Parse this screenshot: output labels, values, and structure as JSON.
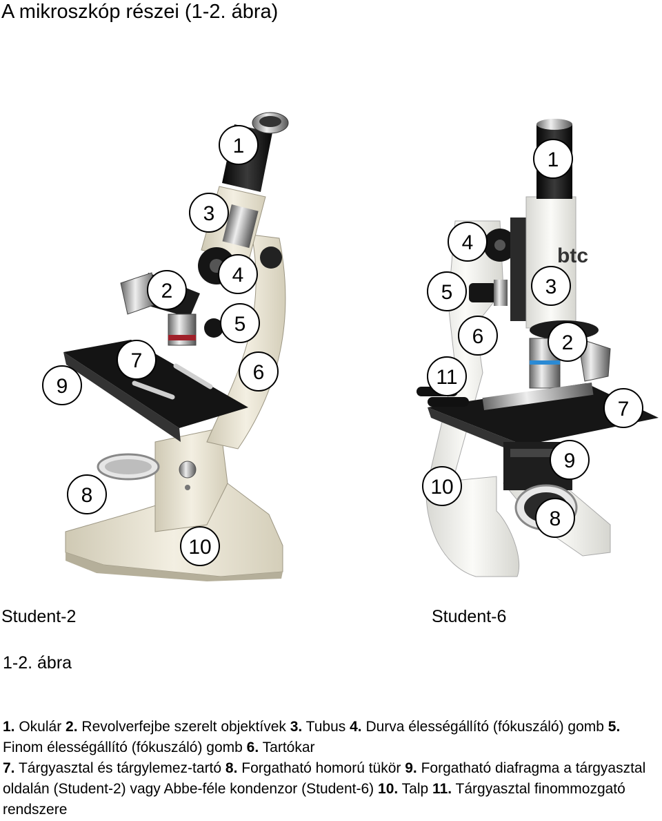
{
  "title": "A mikroszkóp részei (1-2. ábra)",
  "figure": {
    "left_model": "Student-2",
    "right_model": "Student-6",
    "brand_logo": "btc",
    "left_callouts": [
      "1",
      "3",
      "2",
      "4",
      "5",
      "7",
      "6",
      "9",
      "8",
      "10"
    ],
    "right_callouts": [
      "1",
      "4",
      "5",
      "3",
      "6",
      "2",
      "11",
      "7",
      "9",
      "10",
      "8"
    ],
    "caption": "1-2. ábra"
  },
  "legend": {
    "items": [
      {
        "num": "1.",
        "text": " Okulár   "
      },
      {
        "num": "2.",
        "text": " Revolverfejbe szerelt objektívek   "
      },
      {
        "num": "3.",
        "text": " Tubus   "
      },
      {
        "num": "4.",
        "text": " Durva élességállító (fókuszáló) gomb   "
      },
      {
        "num": "5.",
        "text": " Finom élességállító (fókuszáló) gomb   "
      },
      {
        "num": "6.",
        "text": " Tartókar "
      },
      {
        "num": "7.",
        "text": " Tárgyasztal és tárgylemez-tartó   "
      },
      {
        "num": "8.",
        "text": " Forgatható homorú tükör   "
      },
      {
        "num": "9.",
        "text": " Forgatható diafragma a tárgyasztal oldalán (Student-2) vagy Abbe-féle kondenzor (Student-6) "
      },
      {
        "num": "10.",
        "text": " Talp   "
      },
      {
        "num": "11.",
        "text": " Tárgyasztal finommozgató rendszere"
      }
    ]
  },
  "colors": {
    "body_cream": "#e9e4d2",
    "metal_black": "#1c1c1c",
    "chrome": "#b9b9b9",
    "callout_fill": "#ffffff",
    "callout_stroke": "#000000"
  }
}
